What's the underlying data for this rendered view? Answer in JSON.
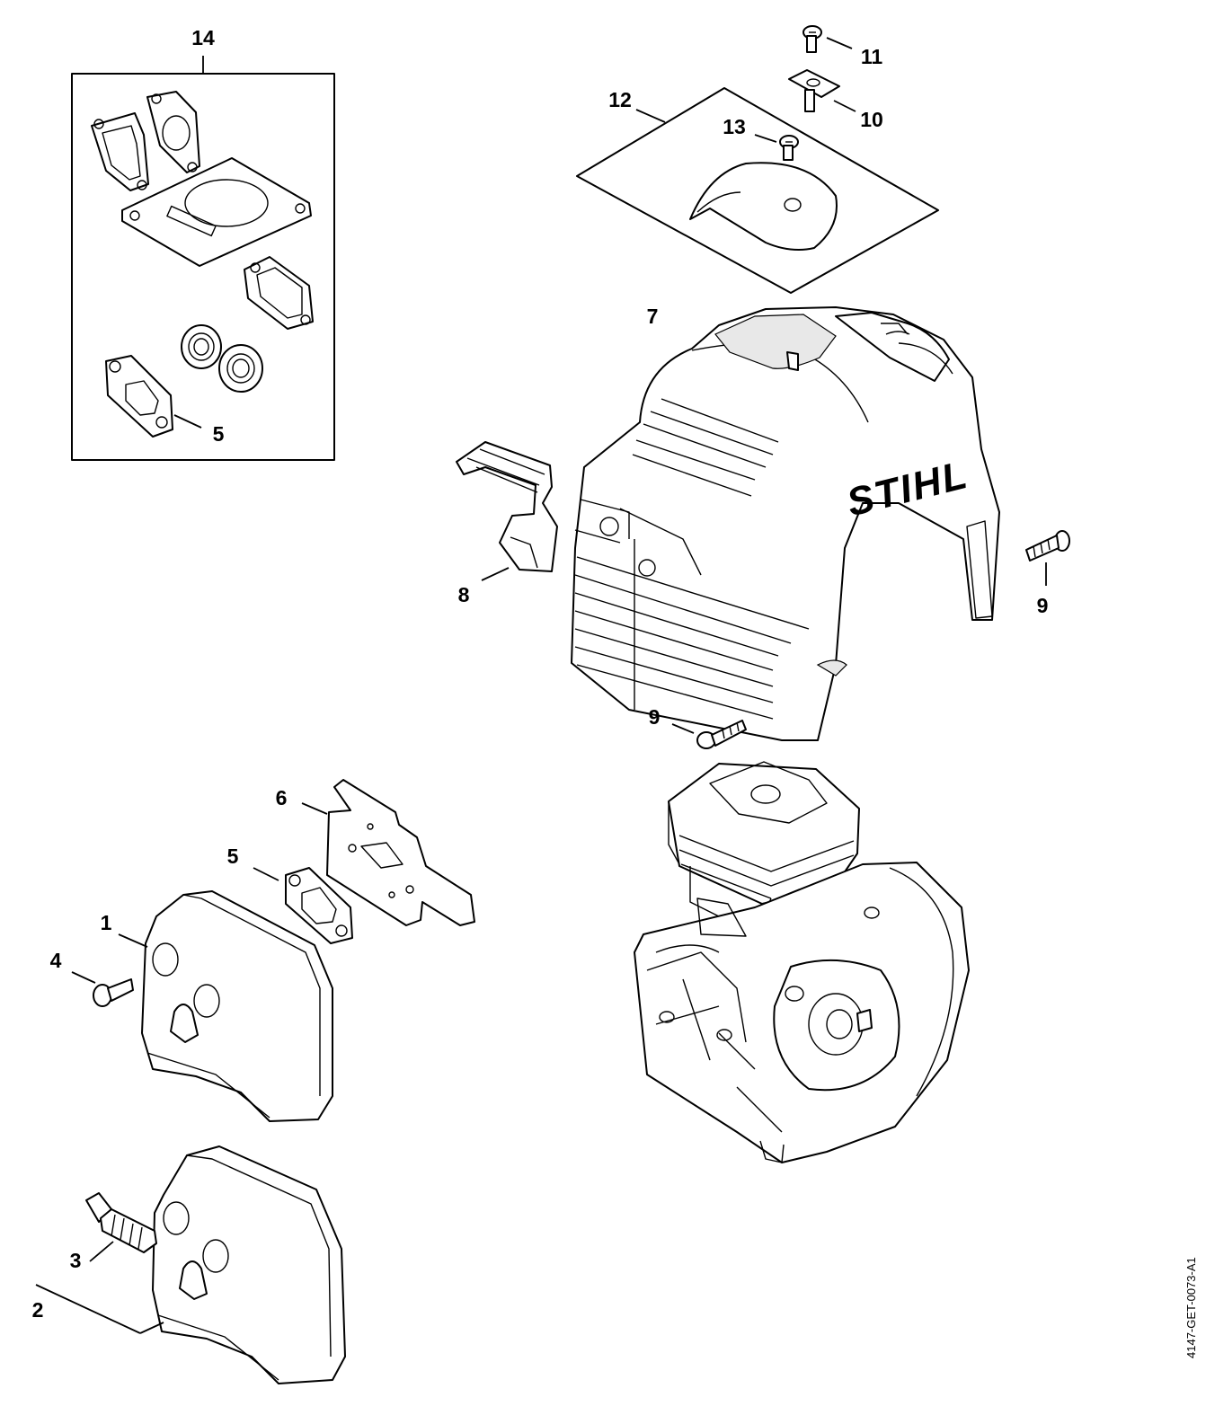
{
  "diagram": {
    "callouts": {
      "c1": "1",
      "c2": "2",
      "c3": "3",
      "c4": "4",
      "c5a": "5",
      "c5b": "5",
      "c6": "6",
      "c7": "7",
      "c8": "8",
      "c9a": "9",
      "c9b": "9",
      "c10": "10",
      "c11": "11",
      "c12": "12",
      "c13": "13",
      "c14": "14"
    },
    "brand_mark": "STIHL",
    "drawing_code": "4147-GET-0073-A1"
  }
}
